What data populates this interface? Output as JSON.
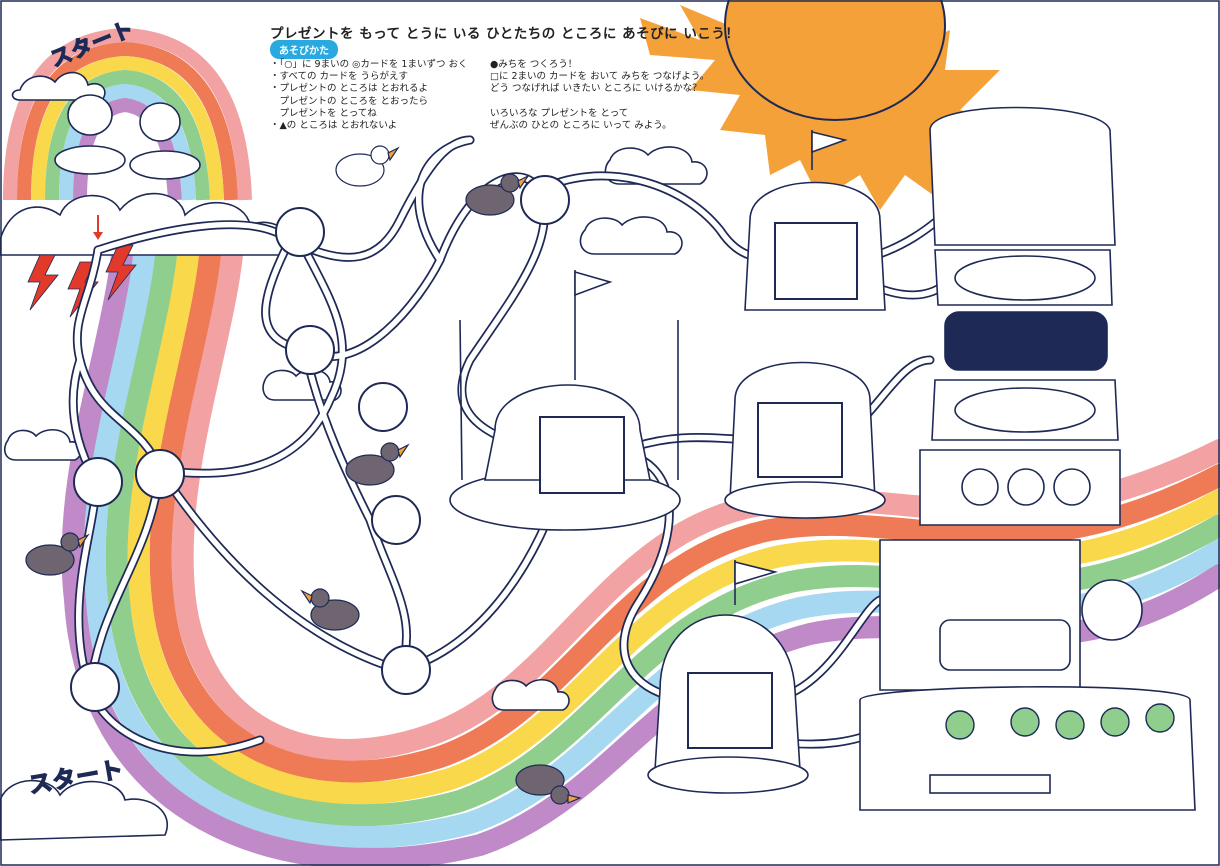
{
  "title": "プレゼントを もって とうに いる ひとたちの ところに あそびに いこう！",
  "how_to_play_label": "あそびかた",
  "rules_left": [
    "・「○」に 9まいの ◎カードを 1まいずつ おく",
    "・すべての カードを うらがえす",
    "・プレゼントの ところは とおれるよ",
    "　プレゼントの ところを とおったら",
    "　プレゼントを とってね",
    "・▲の ところは とおれないよ"
  ],
  "rules_right": [
    "●みちを つくろう！",
    "□に 2まいの カードを おいて みちを つなげよう。",
    "どう つなげれば いきたい ところに いけるかな？",
    "",
    "いろいろな プレゼントを とって",
    "ぜんぶの ひとの ところに いって みよう。"
  ],
  "start_label": "スタート",
  "goal_label": "スタート",
  "colors": {
    "outline": "#1e2a55",
    "sun": "#f5a13a",
    "arrow_red": "#e23a2a",
    "rainbow": [
      "#f2a2a2",
      "#ee7b55",
      "#f9d84c",
      "#8fce8c",
      "#a6d8f2",
      "#c08ac8"
    ],
    "bird": "#6e6570",
    "night_room": "#1e2a55",
    "badge": "#2aa9e0"
  }
}
